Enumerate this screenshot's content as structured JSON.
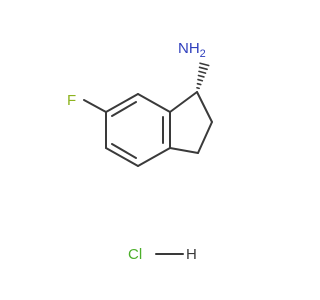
{
  "molecule": {
    "atoms": {
      "fluorine": "F",
      "amine": "NH",
      "amine_h_count": "2",
      "chlorine": "Cl",
      "hydrogen": "H"
    },
    "colors": {
      "bond": "#3a3a3a",
      "fluorine": "#8db31f",
      "nitrogen": "#2f3fbd",
      "chlorine": "#4caf2a",
      "hydrogen": "#3a3a3a"
    }
  }
}
